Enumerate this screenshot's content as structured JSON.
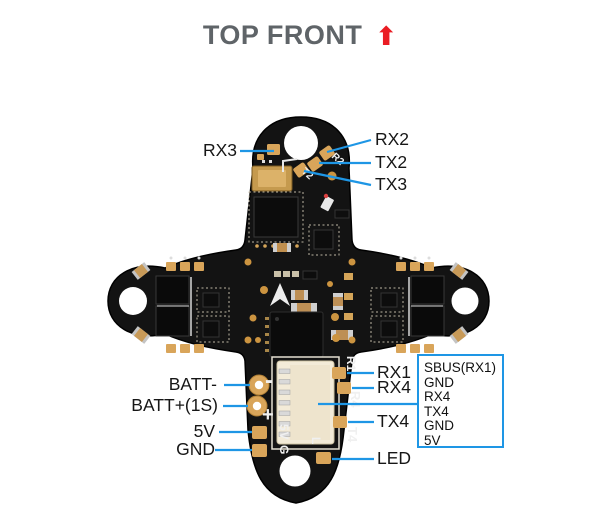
{
  "title": {
    "text": "TOP FRONT",
    "arrow_icon": "⬆"
  },
  "board_labels": {
    "rx3": "RX3",
    "rx2": "RX2",
    "tx2": "TX2",
    "tx3": "TX3",
    "batt_minus": "BATT-",
    "batt_plus": "BATT+(1S)",
    "v5": "5V",
    "gnd": "GND",
    "rx1": "RX1",
    "rx4": "RX4",
    "tx4": "TX4",
    "led": "LED"
  },
  "pinout_box": {
    "rows": [
      "SBUS(RX1)",
      "GND",
      "RX4",
      "TX4",
      "GND",
      "5V"
    ]
  },
  "silkscreen": {
    "r2": "R2",
    "t2": "T2",
    "minus": "-",
    "plus": "+",
    "v5g": "5V G",
    "r1": "R1",
    "r4": "R4",
    "t4": "T4",
    "l": "L"
  },
  "colors": {
    "leader_blue": "#1e96e5",
    "arrow_red": "#ea1c23",
    "title_gray": "#5f6468",
    "pad_gold": "#d9a55a",
    "board_black": "#131313"
  }
}
